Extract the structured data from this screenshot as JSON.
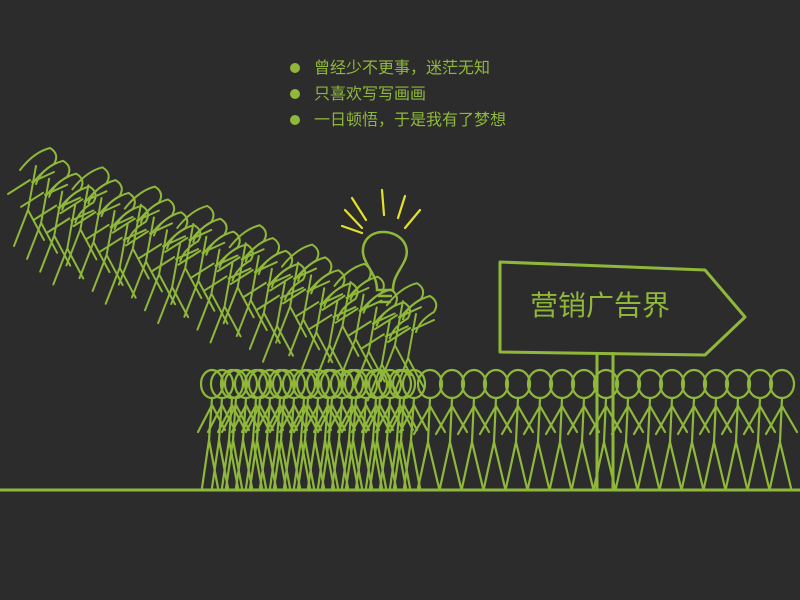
{
  "bullets": [
    {
      "text": "曾经少不更事，迷茫无知"
    },
    {
      "text": "只喜欢写写画画"
    },
    {
      "text": "一日顿悟，于是我有了梦想"
    }
  ],
  "sign": {
    "label": "营销广告界"
  },
  "colors": {
    "background": "#2c2c2d",
    "accent": "#8fb83a",
    "bulb_rays": "#e5e02a"
  },
  "icons": {
    "bullet": "bullet-dot-icon",
    "idea": "lightbulb-icon",
    "direction": "arrow-sign-icon"
  }
}
